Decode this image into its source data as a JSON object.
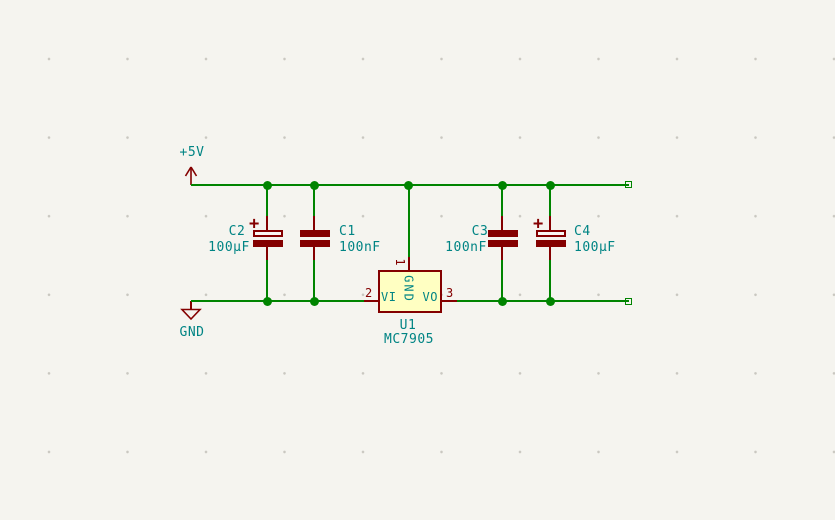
{
  "colors": {
    "background": "#F5F4EF",
    "wire_green": "#008400",
    "device_red": "#840000",
    "label_teal": "#008484",
    "body_fill": "#FFFFC2"
  },
  "power": {
    "vcc_label": "+5V",
    "gnd_label": "GND"
  },
  "capacitors": [
    {
      "ref": "C2",
      "value": "100µF",
      "polarized": true,
      "plus": "+"
    },
    {
      "ref": "C1",
      "value": "100nF",
      "polarized": false
    },
    {
      "ref": "C3",
      "value": "100nF",
      "polarized": false
    },
    {
      "ref": "C4",
      "value": "100µF",
      "polarized": true,
      "plus": "+"
    }
  ],
  "regulator": {
    "ref": "U1",
    "value": "MC7905",
    "pins": {
      "gnd": {
        "number": "1",
        "name": "GND"
      },
      "vin": {
        "number": "2",
        "name": "VI"
      },
      "vout": {
        "number": "3",
        "name": "VO"
      }
    }
  }
}
